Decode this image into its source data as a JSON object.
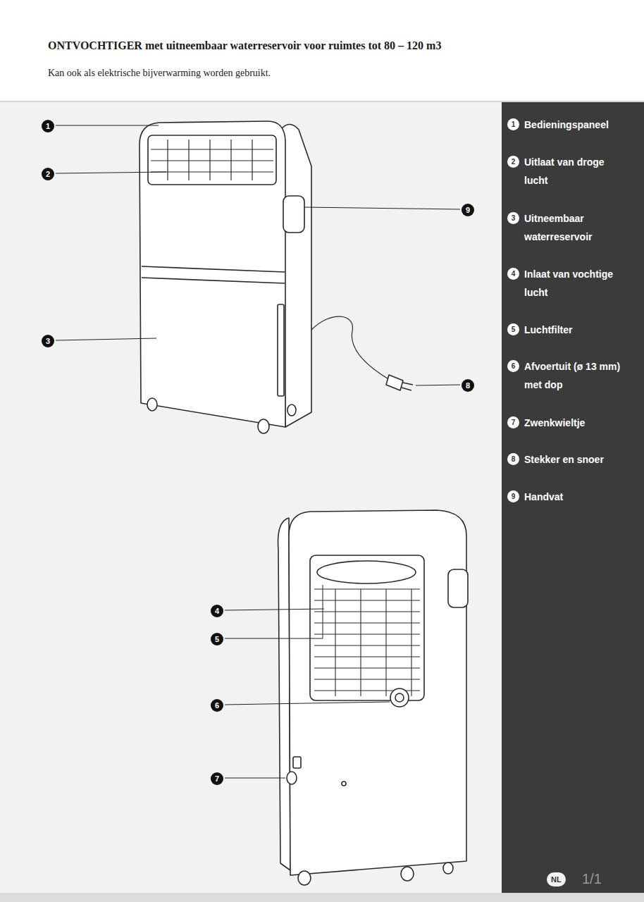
{
  "diagram": {
    "title": "ONTVOCHTIGER met uitneembaar waterreservoir voor ruimtes tot 80 – 120 m3",
    "nodes": [
      {
        "text": [
          "1"
        ]
      },
      {
        "text": [
          "2"
        ]
      },
      {
        "text": [
          "9"
        ]
      },
      {
        "text": [
          "3"
        ]
      },
      {
        "text": [
          "8"
        ]
      },
      {
        "text": [
          "4"
        ]
      },
      {
        "text": [
          "5"
        ]
      },
      {
        "text": [
          "6"
        ]
      },
      {
        "text": [
          "7"
        ]
      },
      {
        "text": [
          "1",
          "Bedieningspaneel"
        ]
      },
      {
        "text": [
          "2",
          "Uitlaat van droge lucht"
        ]
      },
      {
        "text": [
          "3",
          "Uitneembaar waterreservoir"
        ]
      },
      {
        "text": [
          "4",
          "Inlaat van vochtige lucht"
        ]
      },
      {
        "text": [
          "5",
          "Luchtfilter"
        ]
      },
      {
        "text": [
          "6",
          "Afvoertuit (ø 13 mm) met dop"
        ]
      },
      {
        "text": [
          "7",
          "Zwenkwieltje"
        ]
      },
      {
        "text": [
          "8",
          "Stekker en snoer"
        ]
      },
      {
        "text": [
          "9",
          "Handvat"
        ]
      },
      {
        "text": [
          "NL"
        ]
      }
    ],
    "labels": [
      "Kan ook als elektrische bijverwarming worden gebruikt.",
      "1/1"
    ]
  }
}
